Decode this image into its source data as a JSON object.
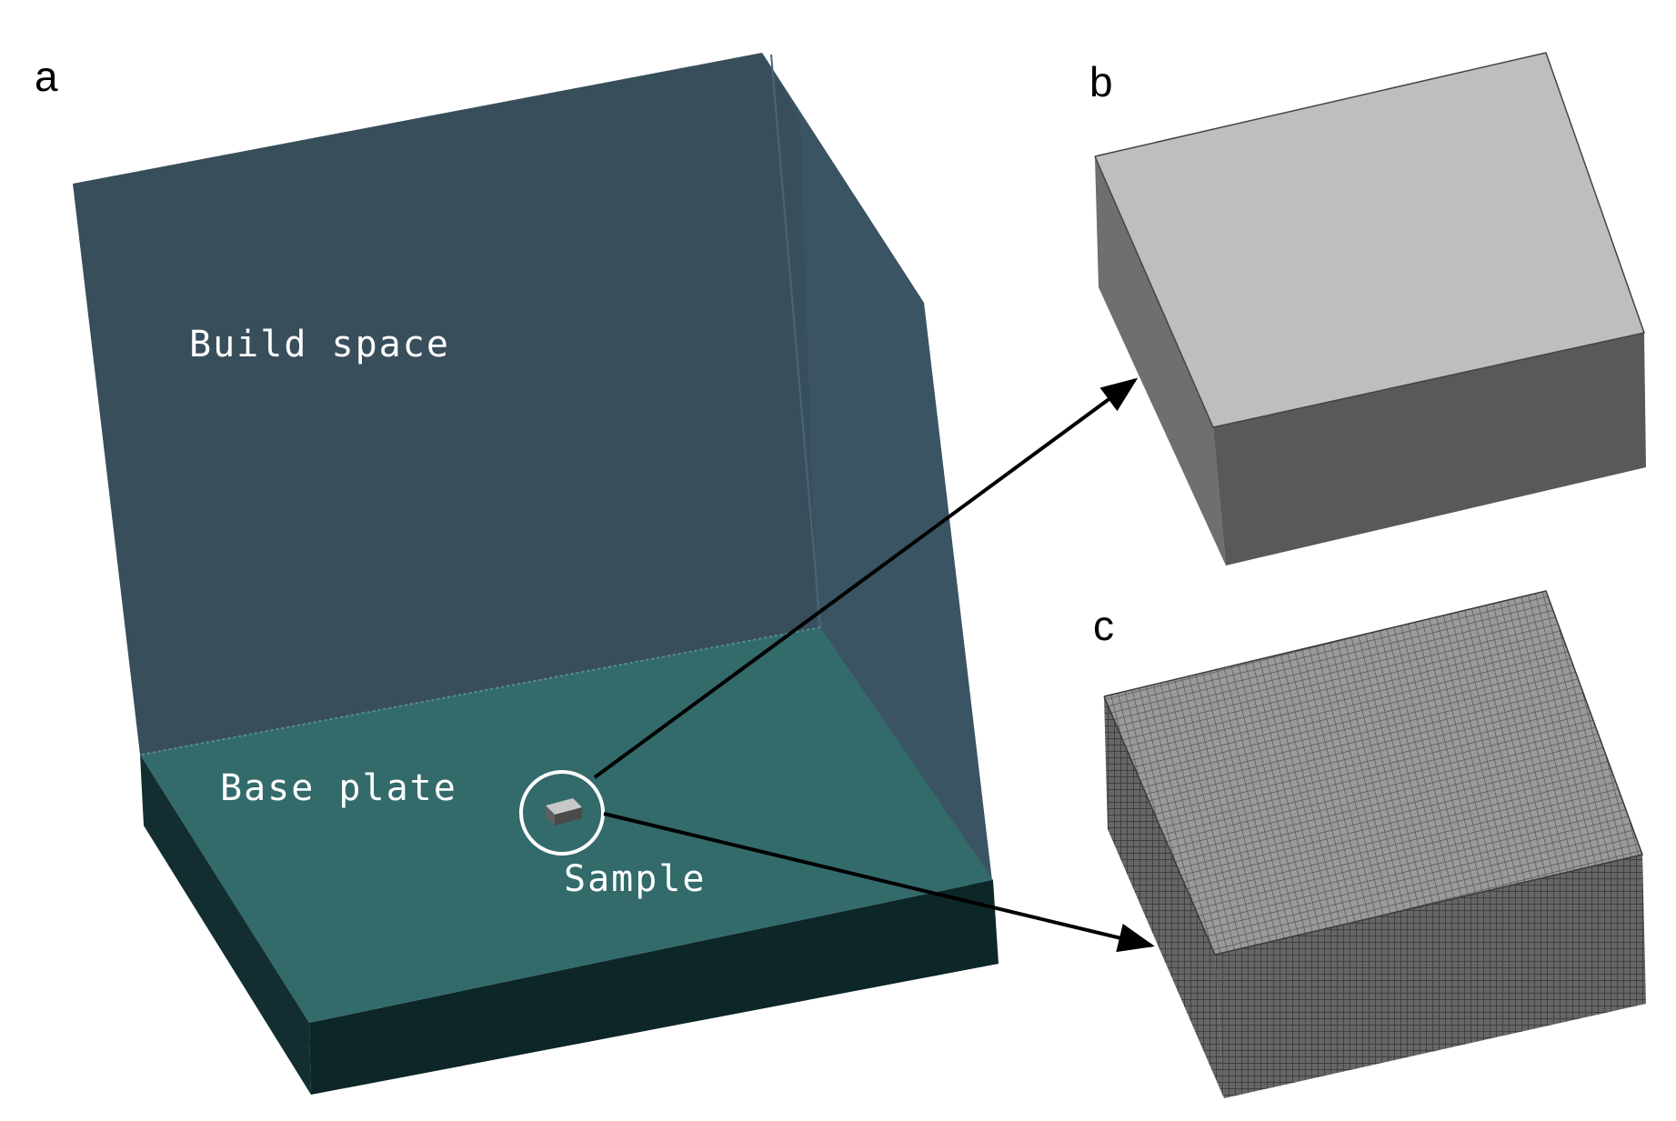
{
  "panels": {
    "a": {
      "letter": "a"
    },
    "b": {
      "letter": "b"
    },
    "c": {
      "letter": "c"
    }
  },
  "labels": {
    "build_space": "Build space",
    "base_plate": "Base plate",
    "sample": "Sample"
  },
  "colors": {
    "build_space_back": "#384e5b",
    "build_space_side": "#3a5566",
    "base_plate_top": "#336b6b",
    "base_plate_front": "#0d2628",
    "base_plate_left": "#122e30",
    "box_top": "#bebebe",
    "box_left": "#6f6f6f",
    "box_front": "#595959",
    "mesh_top": "#8c8c8c",
    "mesh_side": "#555555",
    "arrow": "#000000",
    "highlight_circle": "#ffffff"
  }
}
